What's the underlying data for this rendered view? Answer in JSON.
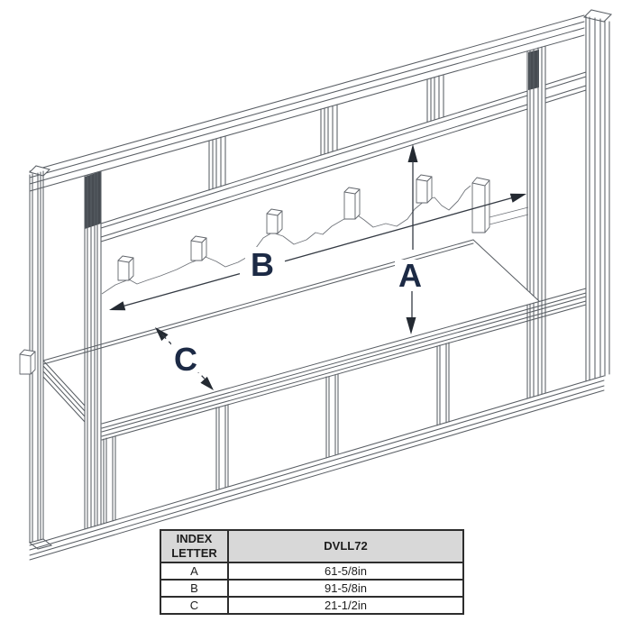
{
  "diagram": {
    "dimension_labels": {
      "a": "A",
      "b": "B",
      "c": "C"
    }
  },
  "table": {
    "header": {
      "index_letter": "INDEX LETTER",
      "model": "DVLL72"
    },
    "rows": [
      {
        "letter": "A",
        "value": "61-5/8in"
      },
      {
        "letter": "B",
        "value": "91-5/8in"
      },
      {
        "letter": "C",
        "value": "21-1/2in"
      }
    ]
  },
  "colors": {
    "drawing_line": "#5a5f65",
    "dimension_text": "#1c2a45",
    "table_header_bg": "#d8d8d8",
    "table_border": "#2d2d2d",
    "background": "#ffffff"
  }
}
